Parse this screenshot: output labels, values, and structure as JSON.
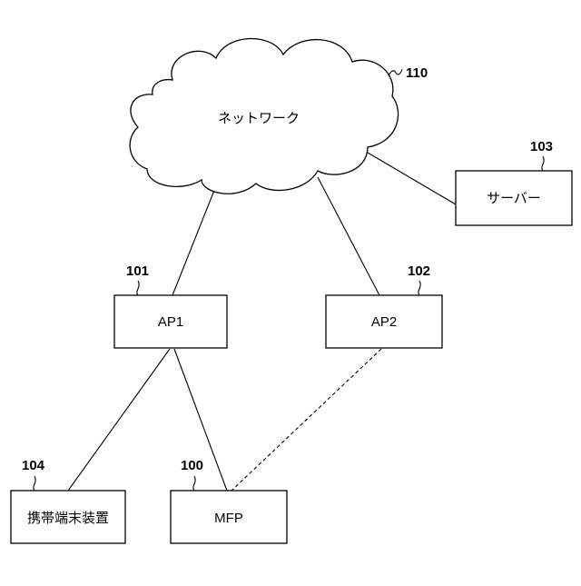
{
  "network": {
    "label": "ネットワーク",
    "ref": "110"
  },
  "server": {
    "label": "サーバー",
    "ref": "103"
  },
  "ap1": {
    "label": "AP1",
    "ref": "101"
  },
  "ap2": {
    "label": "AP2",
    "ref": "102"
  },
  "mobile": {
    "label": "携帯端末装置",
    "ref": "104"
  },
  "mfp": {
    "label": "MFP",
    "ref": "100"
  },
  "connections": [
    {
      "from": "network",
      "to": "ap1",
      "style": "solid"
    },
    {
      "from": "network",
      "to": "ap2",
      "style": "solid"
    },
    {
      "from": "network",
      "to": "server",
      "style": "solid"
    },
    {
      "from": "ap1",
      "to": "mobile",
      "style": "solid"
    },
    {
      "from": "ap1",
      "to": "mfp",
      "style": "solid"
    },
    {
      "from": "ap2",
      "to": "mfp",
      "style": "dashed"
    }
  ]
}
